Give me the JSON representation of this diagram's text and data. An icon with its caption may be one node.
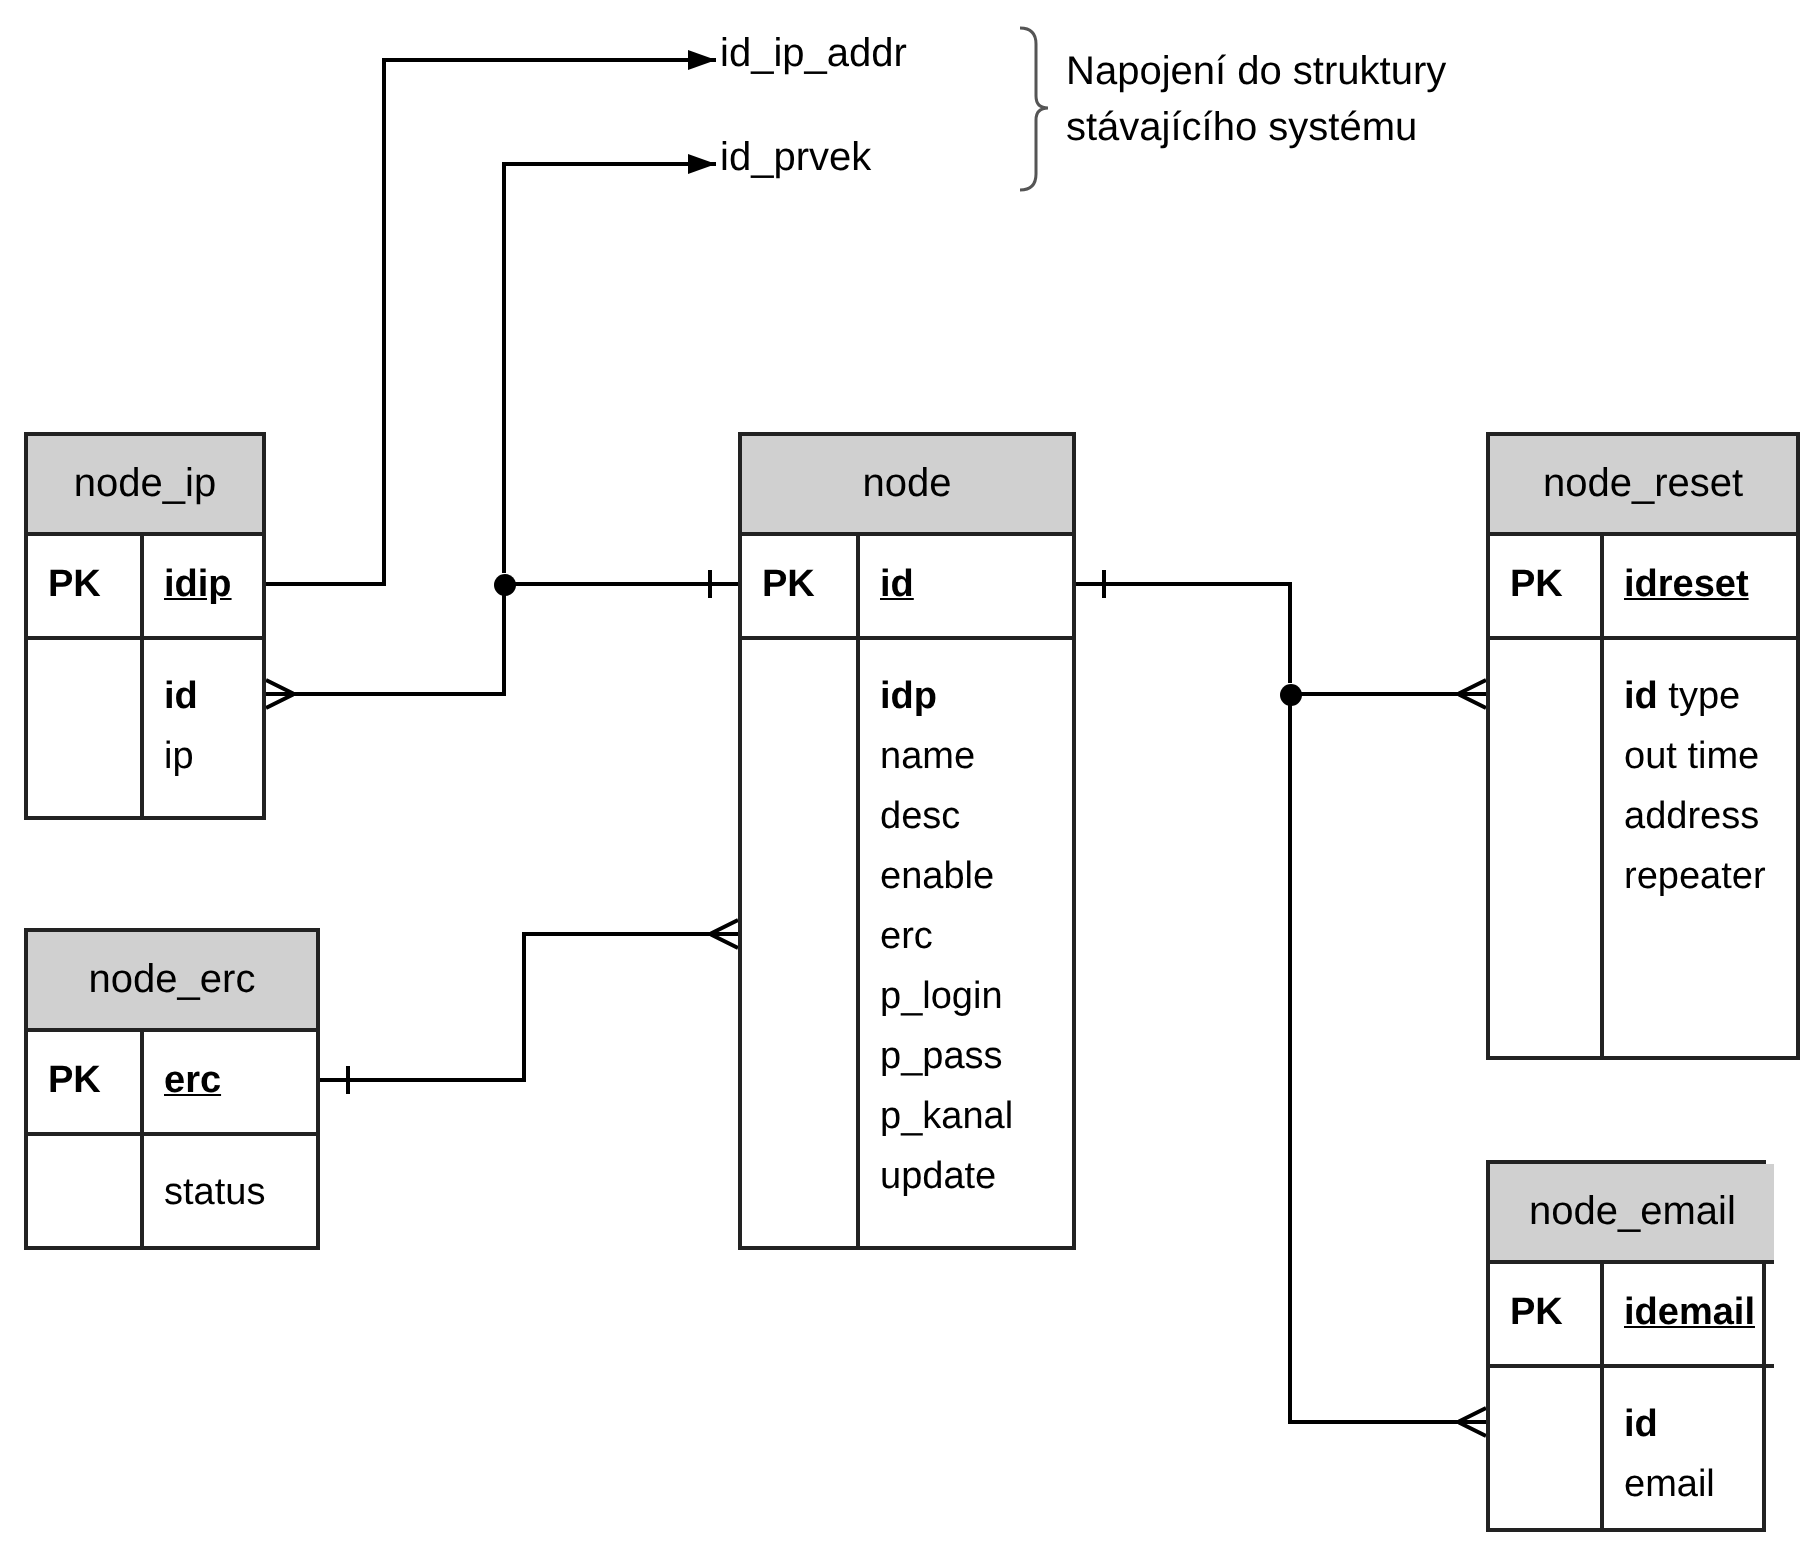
{
  "diagram": {
    "nodes": [
      {
        "text": [
          "id_ip_addr"
        ]
      },
      {
        "text": [
          "id_prvek"
        ]
      },
      {
        "text": [
          "node_ip",
          "PK",
          "idip",
          "**id** ip"
        ]
      },
      {
        "text": [],
        "shape": "dot"
      },
      {
        "text": [
          "node",
          "PK",
          "id",
          "**idp** name desc enable erc p_login p_pass p_kanal update"
        ]
      },
      {
        "text": [
          "node_reset",
          "PK",
          "idreset",
          "**id** type out time address repeater"
        ]
      },
      {
        "text": [],
        "shape": "dot"
      },
      {
        "text": [
          "node_erc",
          "PK",
          "erc",
          "status"
        ]
      },
      {
        "text": [
          "node_email",
          "PK",
          "idemail",
          "**id** email"
        ]
      }
    ],
    "edges": [
      {
        "from": 2,
        "to": 0,
        "arrow": "to"
      },
      {
        "from": 3,
        "to": 1,
        "arrow": "to"
      },
      {
        "from": 2,
        "to": 3,
        "arrow": "other"
      },
      {
        "from": 4,
        "to": 3,
        "arrow": "other"
      },
      {
        "from": 7,
        "to": 4,
        "arrow": "other"
      },
      {
        "from": 4,
        "to": 6,
        "arrow": "other"
      },
      {
        "from": 6,
        "to": 5,
        "arrow": "other"
      },
      {
        "from": 6,
        "to": 8,
        "arrow": "other"
      }
    ],
    "labels": [
      "Napojení do struktury stávajícího systému"
    ]
  }
}
